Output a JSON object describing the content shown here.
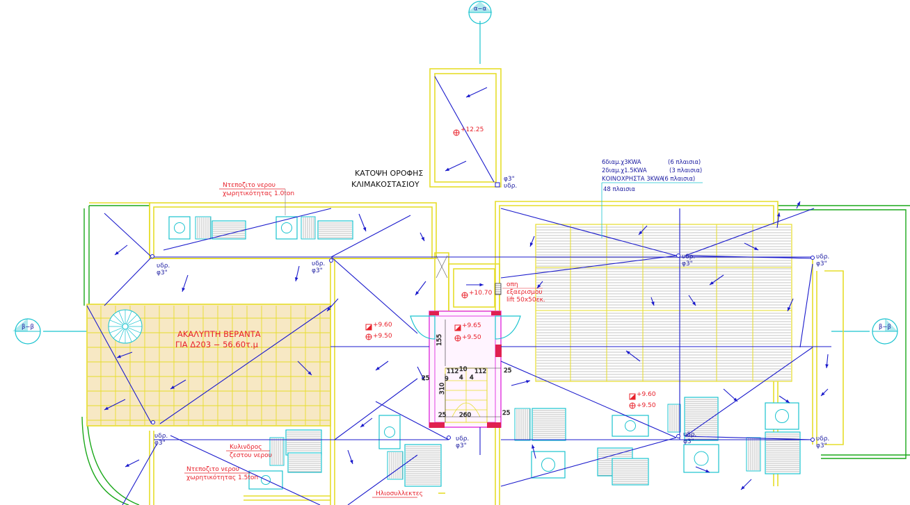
{
  "title": {
    "line1": "ΚΑΤΟΨΗ ΟΡΟΦΗΣ",
    "line2": "ΚΛΙΜΑΚΟΣΤΑΣΙΟΥ"
  },
  "section_markers": {
    "top": "α−α",
    "left": "β−β",
    "right": "β−β"
  },
  "terrace": {
    "line1": "ΑΚΑΛΥΠΤΗ ΒΕΡΑΝΤΑ",
    "line2": "ΓΙΑ Δ203 − 56.60τ.μ"
  },
  "panel_notes": {
    "line1": "6διαμ.χ3KWA",
    "line1_count": "(6 πλαισια)",
    "line2": "2διαμ.χ1.5KWA",
    "line2_count": "(3 πλαισια)",
    "line3": "ΚΟΙΝΟΧΡΗΣΤΑ 3KWA",
    "line3_count": "(6 πλαισια)",
    "total": "48 πλαισια"
  },
  "labels": {
    "tank_top_1": "Ντεποζιτο νερου",
    "tank_top_2": "χωρητικότητας 1.0ton",
    "cylinder_1": "Κυλινδρος",
    "cylinder_2": "ζεστου νερου",
    "tank_bot_1": "Ντεποζιτο νερου",
    "tank_bot_2": "χωρητικότητας 1.5ton",
    "collectors": "Ηλιοσυλλεκτες",
    "vent_1": "οπη",
    "vent_2": "εξαερισμου",
    "vent_3": "lift 50x50εκ."
  },
  "levels": {
    "stair_roof": "+12.25",
    "lift_roof": "+10.70",
    "left_a": "+9.60",
    "left_b": "+9.50",
    "mid_a": "+9.65",
    "mid_b": "+9.50",
    "right_a": "+9.60",
    "right_b": "+9.50"
  },
  "drain": {
    "name": "υδρ.",
    "size": "φ3\""
  },
  "dims": {
    "d155": "155",
    "d112a": "112",
    "d10": "10",
    "d112b": "112",
    "d4a": "4",
    "d4b": "4",
    "d9": "9",
    "d310": "310",
    "d25a": "25",
    "d25b": "25",
    "d25c": "25",
    "d25d": "25",
    "d260": "260"
  }
}
